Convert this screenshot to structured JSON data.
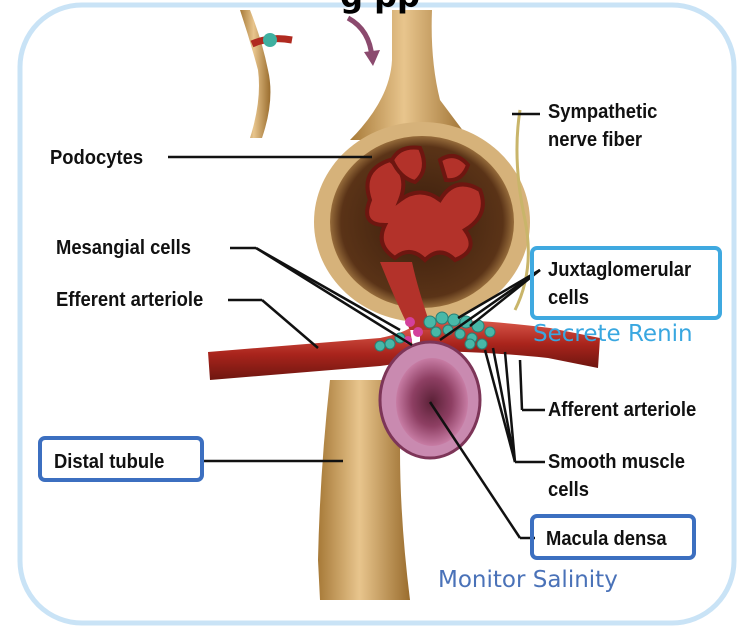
{
  "heading_fragment": "g    pp",
  "labels": {
    "podocytes": "Podocytes",
    "mesangial": "Mesangial cells",
    "efferent": "Efferent arteriole",
    "distal": "Distal tubule",
    "sympathetic_line1": "Sympathetic",
    "sympathetic_line2": "nerve fiber",
    "jg_line1": "Juxtaglomerular",
    "jg_line2": "cells",
    "afferent": "Afferent arteriole",
    "smooth_line1": "Smooth muscle",
    "smooth_line2": "cells",
    "macula": "Macula densa"
  },
  "notes": {
    "renin": "Secrete Renin",
    "salinity": "Monitor Salinity"
  },
  "colors": {
    "frame": "#c9e3f6",
    "highlight_cyan": "#3fa9e0",
    "highlight_blue": "#3c6fc0",
    "note_cyan": "#39a7e0",
    "note_blue": "#4a72b8"
  }
}
